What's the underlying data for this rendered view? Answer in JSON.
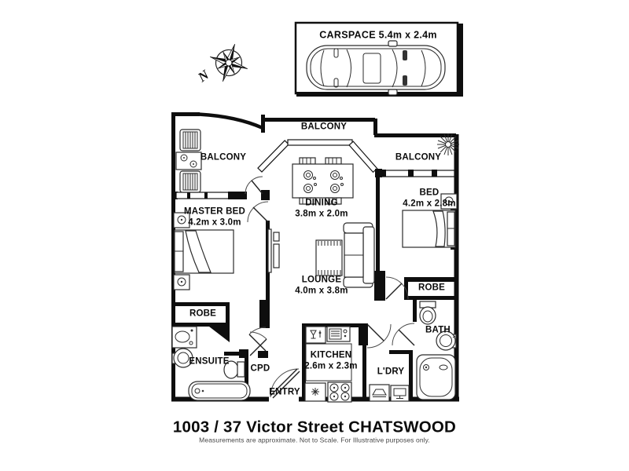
{
  "title": "1003 / 37 Victor Street CHATSWOOD",
  "disclaimer": "Measurements are approximate. Not to Scale. For Illustrative purposes only.",
  "carspace": {
    "label": "CARSPACE 5.4m x 2.4m"
  },
  "compass": {
    "north_label": "N"
  },
  "rooms": {
    "balcony_left": {
      "label": "BALCONY"
    },
    "balcony_top": {
      "label": "BALCONY"
    },
    "balcony_right": {
      "label": "BALCONY"
    },
    "master_bed": {
      "label": "MASTER BED",
      "dims": "4.2m x 3.0m"
    },
    "dining": {
      "label": "DINING",
      "dims": "3.8m x 2.0m"
    },
    "bed": {
      "label": "BED",
      "dims": "4.2m x 2.8m"
    },
    "lounge": {
      "label": "LOUNGE",
      "dims": "4.0m x 3.8m"
    },
    "robe_left": {
      "label": "ROBE"
    },
    "robe_right": {
      "label": "ROBE"
    },
    "ensuite": {
      "label": "ENSUITE"
    },
    "cpd": {
      "label": "CPD"
    },
    "entry": {
      "label": "ENTRY"
    },
    "kitchen": {
      "label": "KITCHEN",
      "dims": "2.6m x 2.3m"
    },
    "laundry": {
      "label": "L'DRY"
    },
    "bath": {
      "label": "BATH"
    }
  }
}
